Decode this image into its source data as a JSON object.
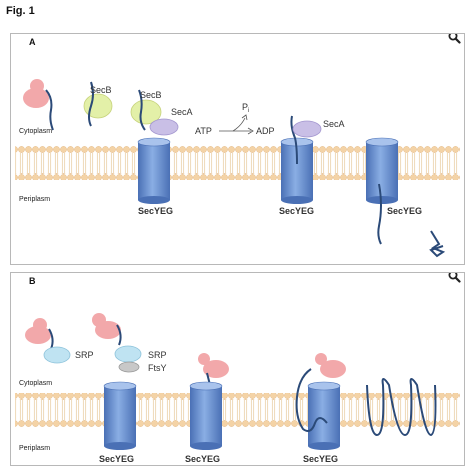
{
  "figure": {
    "title": "Fig. 1"
  },
  "panelA": {
    "label": "A",
    "cytoplasm": "Cytoplasm",
    "periplasm": "Periplasm",
    "secB1": "SecB",
    "secB2": "SecB",
    "secA1": "SecA",
    "secA2": "SecA",
    "atp": "ATP",
    "adp": "ADP",
    "pi_main": "P",
    "pi_sub": "i",
    "secyeg1": "SecYEG",
    "secyeg2": "SecYEG",
    "secyeg3": "SecYEG"
  },
  "panelB": {
    "label": "B",
    "cytoplasm": "Cytoplasm",
    "periplasm": "Periplasm",
    "srp1": "SRP",
    "srp2": "SRP",
    "ftsy": "FtsY",
    "secyeg1": "SecYEG",
    "secyeg2": "SecYEG",
    "secyeg3": "SecYEG"
  },
  "icons": {
    "zoom": "magnifier-icon"
  },
  "colors": {
    "ribosome": "#f2a8aa",
    "secB": "#e3f0a8",
    "secA": "#c9bfe6",
    "srp": "#bfe3f2",
    "ftsy": "#c8c8c8",
    "secYEG": "#5f86c9",
    "chain": "#2b4a78",
    "lipidHead": "#f4d3a6"
  }
}
